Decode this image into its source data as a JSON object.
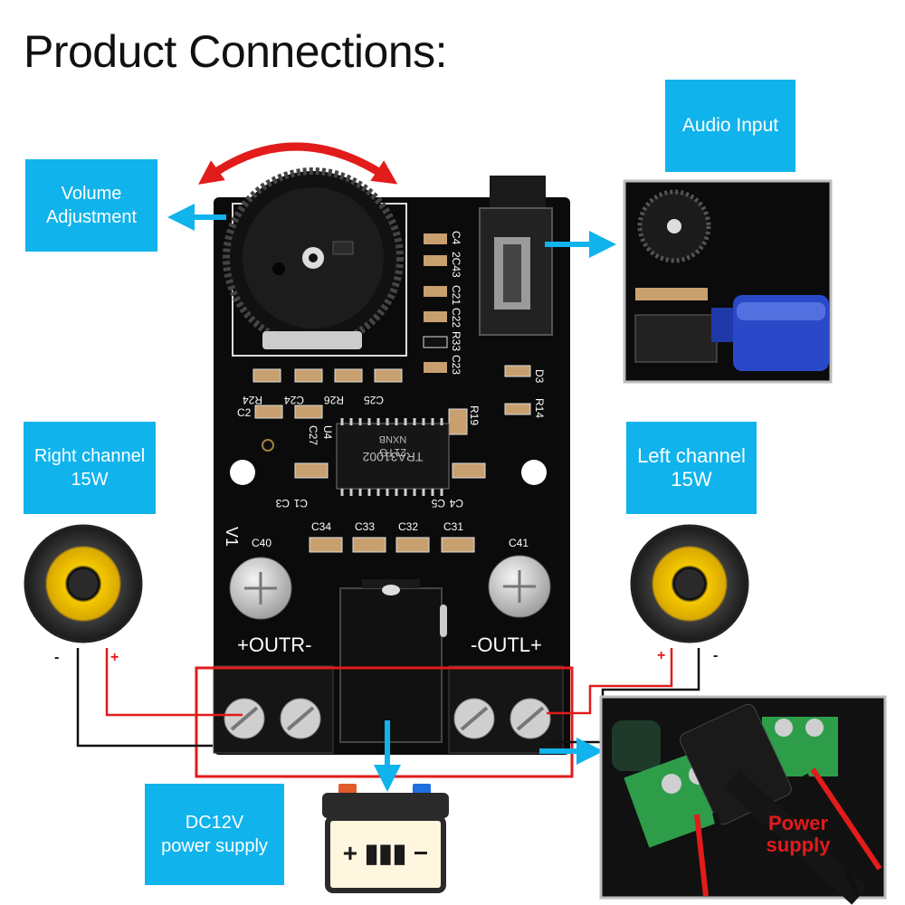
{
  "title": "Product Connections:",
  "labels": {
    "volume": [
      "Volume",
      "Adjustment"
    ],
    "audio_input": "Audio Input",
    "right_channel": [
      "Right channel",
      "15W"
    ],
    "left_channel": [
      "Left channel",
      "15W"
    ],
    "dc_supply": [
      "DC12V",
      "power supply"
    ],
    "power_supply_inset": [
      "Power",
      "supply"
    ]
  },
  "polarity": {
    "right_minus": "-",
    "right_plus": "+",
    "left_plus": "+",
    "left_minus": "-"
  },
  "board": {
    "out_r": "+OUTR-",
    "out_l": "-OUTL+",
    "chip": "TRA31002",
    "chip_code": "21TG",
    "chip_sub": "NXNB",
    "version": "V1",
    "components": [
      "C4",
      "2C4",
      "3",
      "C21",
      "C22",
      "R33",
      "C23",
      "R24",
      "C24",
      "R26",
      "C25",
      "C2",
      "C27",
      "U4",
      "R19",
      "D3",
      "R14",
      "C1",
      "C3",
      "C4",
      "C5",
      "C34",
      "C33",
      "C32",
      "C31",
      "C40",
      "C41"
    ]
  },
  "battery": {
    "symbol": "+ ▮▮▮ −"
  },
  "colors": {
    "accent": "#10b3ec",
    "arrow_red": "#e21b1b",
    "wire_red": "#e21b1b",
    "board": "#0b0b0b",
    "terminal_green": "#2e9d4a"
  }
}
